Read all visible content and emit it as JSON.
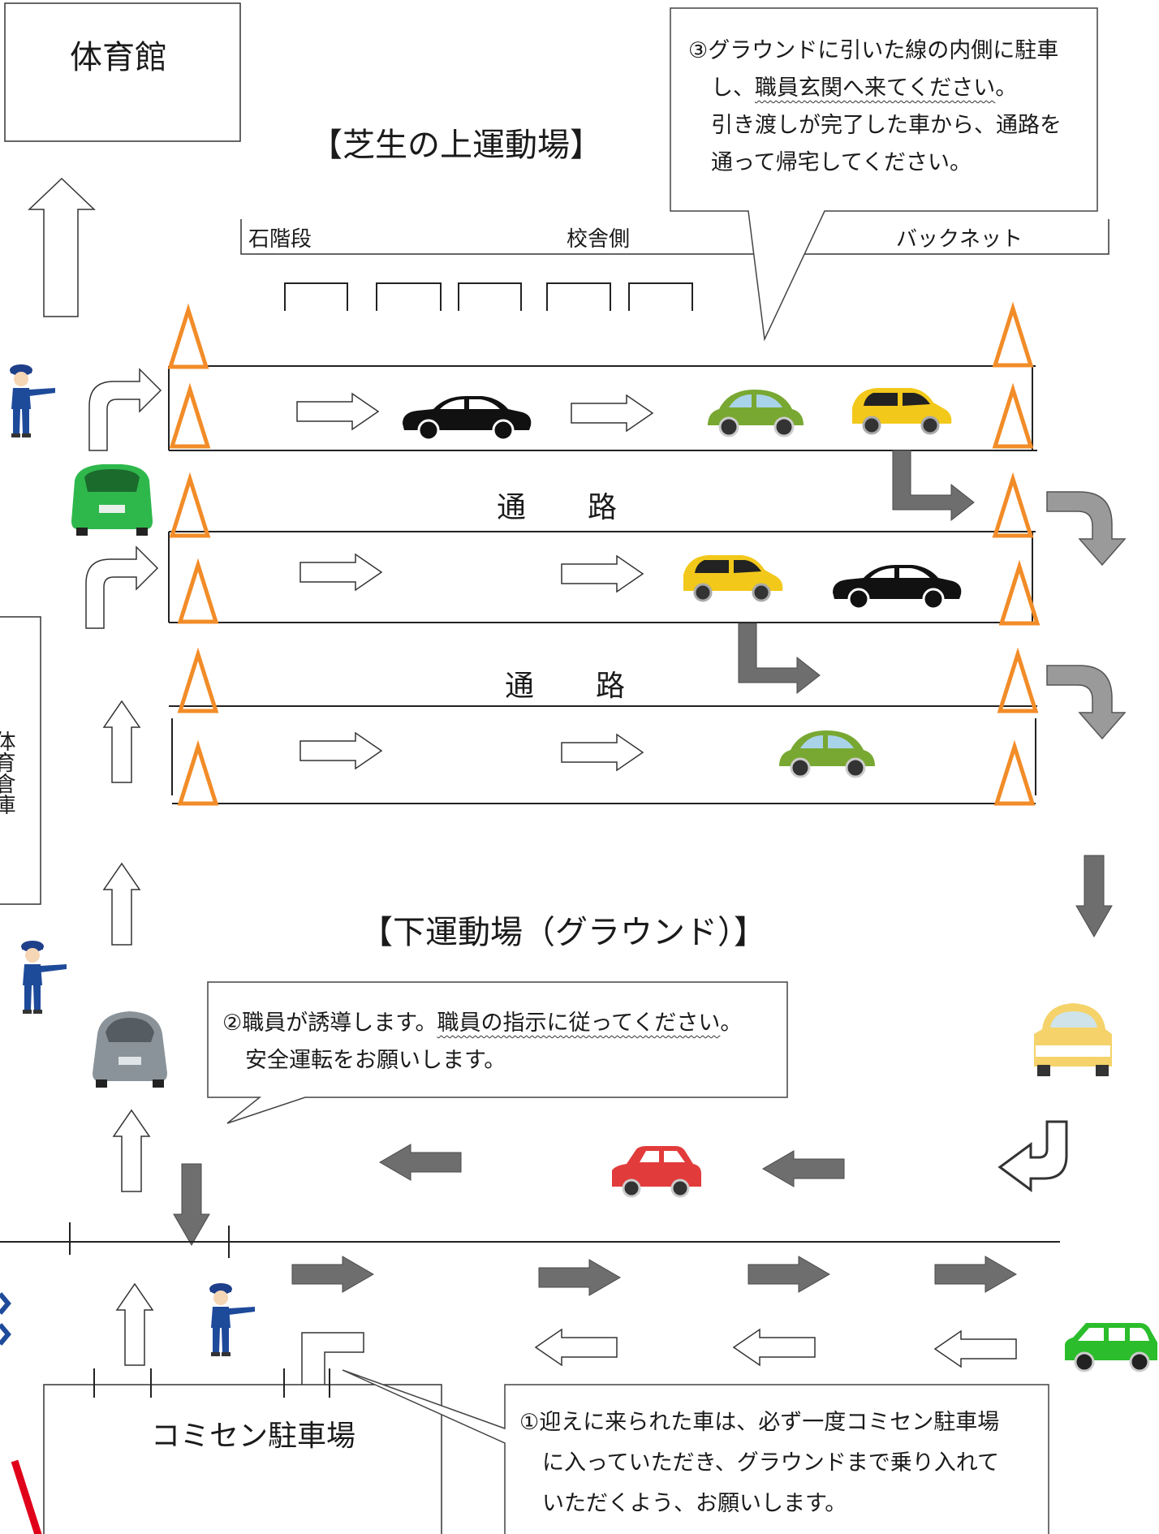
{
  "labels": {
    "gym": "体育館",
    "upper_field": "【芝生の上運動場】",
    "stone_stairs": "石階段",
    "school_side": "校舎側",
    "back_net": "バックネット",
    "passage_char_1": "通",
    "passage_char_2": "路",
    "gym_warehouse": "体育倉庫",
    "lower_field": "【下運動場（グラウンド）】",
    "comisen_parking": "コミセン駐車場"
  },
  "callouts": {
    "step3": {
      "line1": "③グラウンドに引いた線の内側に駐車",
      "line2_plain": "し、",
      "line2_wavy": "職員玄関へ来てください",
      "line2_end": "。",
      "line3": "引き渡しが完了した車から、通路を",
      "line4": "通って帰宅してください。"
    },
    "step2": {
      "line1_plain": "②職員が誘導します。",
      "line1_wavy": "職員の指示に従ってください",
      "line1_end": "。",
      "line2": "安全運転をお願いします。"
    },
    "step1": {
      "line1": "①迎えに来られた車は、必ず一度コミセン駐車場",
      "line2": "に入っていただき、グラウンドまで乗り入れて",
      "line3": "いただくよう、お願いします。"
    }
  },
  "colors": {
    "cone": "#f28c28",
    "arrow_dark": "#6e6e6e",
    "guard_blue": "#1e4a9a",
    "red_line": "#e0001a"
  }
}
